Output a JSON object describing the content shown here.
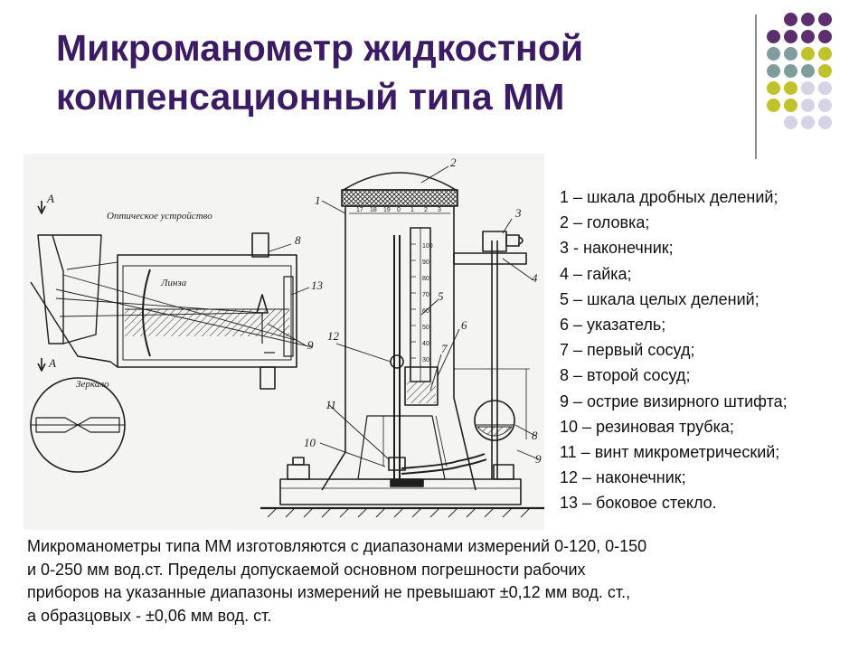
{
  "slide": {
    "title_lines": [
      "Микроманометр жидкостной",
      "компенсационный типа ММ"
    ]
  },
  "decoration": {
    "dot_colors": [
      "#5c2e6d",
      "#7f9d9a",
      "#c0c22c",
      "#d7d3e6"
    ]
  },
  "drawing": {
    "labels": {
      "optical_device": "Оптическое устройство",
      "lens": "Линза",
      "mirror": "Зеркало",
      "section_a": "А",
      "numbers": [
        "1",
        "2",
        "3",
        "4",
        "5",
        "6",
        "7",
        "8",
        "9",
        "10",
        "11",
        "12",
        "13"
      ],
      "dial_scale": [
        "17",
        "18",
        "19",
        "0",
        "1",
        "2",
        "3"
      ],
      "tube_scale": [
        "100",
        "90",
        "80",
        "70",
        "60",
        "50",
        "40",
        "30"
      ]
    }
  },
  "legend": {
    "items": [
      "1 – шкала дробных делений;",
      "2 – головка;",
      "3 -  наконечник;",
      "4 – гайка;",
      "5 – шкала целых делений;",
      "6 – указатель;",
      "7 – первый сосуд;",
      "8 – второй сосуд;",
      "9 – острие визирного штифта;",
      "10 – резиновая трубка;",
      "11 – винт микрометрический;",
      "12 – наконечник;",
      "13 – боковое стекло."
    ]
  },
  "description": {
    "lines": [
      "Микроманометры типа ММ изготовляются с диапазонами измерений 0-120, 0-150",
      "и 0-250 мм вод.ст. Пределы допускаемой основном погрешности рабочих",
      "приборов на указанные диапазоны измерений не превышают ±0,12 мм вод. ст.,",
      "а образцовых - ±0,06 мм вод. ст."
    ]
  }
}
